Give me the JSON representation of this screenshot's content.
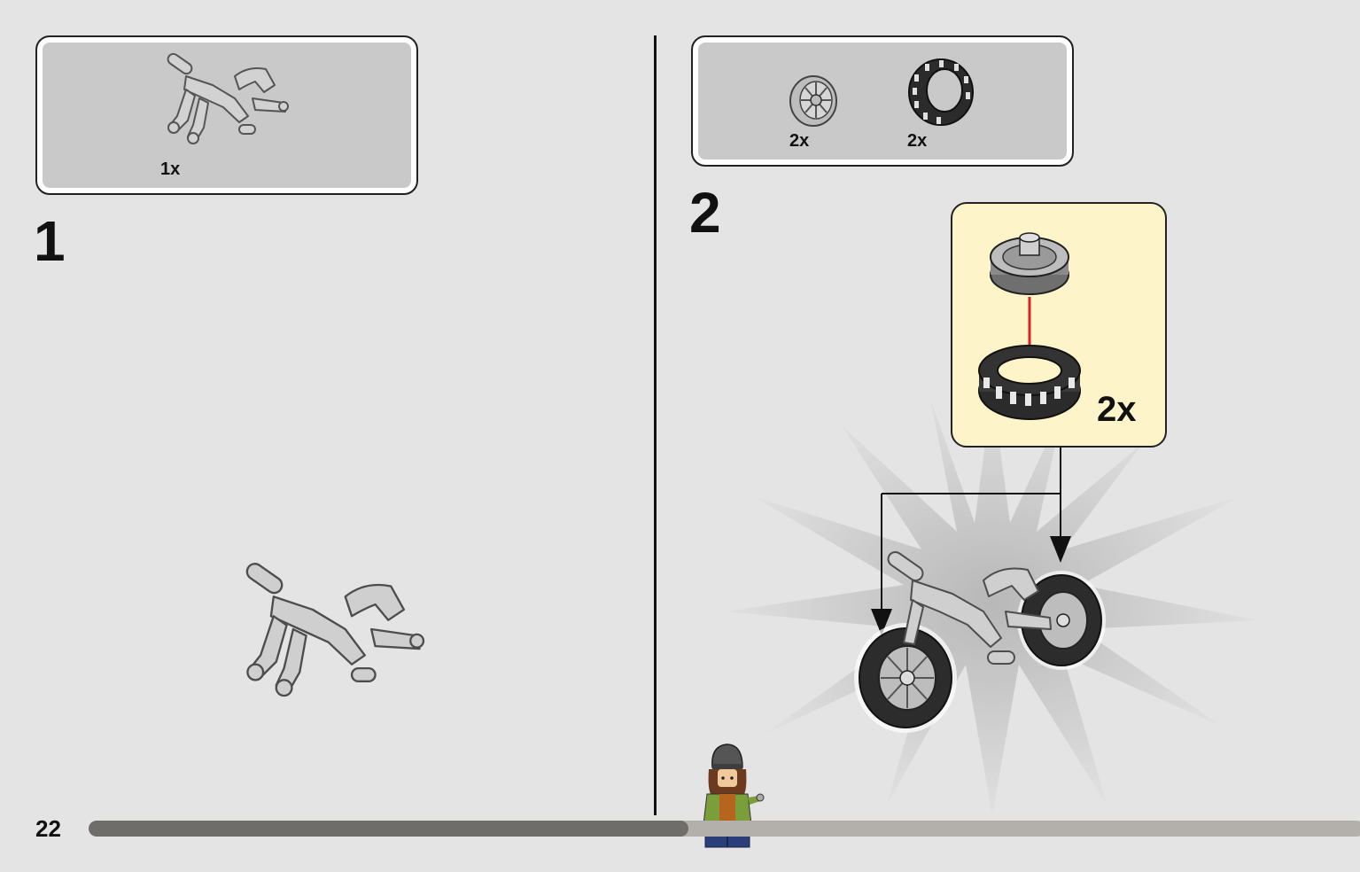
{
  "page": {
    "number": "22",
    "progress_fraction": 0.47
  },
  "step1": {
    "number": "1",
    "parts": [
      {
        "name": "motorbike-frame",
        "qty": "1x"
      }
    ]
  },
  "step2": {
    "number": "2",
    "parts": [
      {
        "name": "wheel-rim",
        "qty": "2x"
      },
      {
        "name": "tire",
        "qty": "2x"
      }
    ],
    "subassembly": {
      "qty": "2x"
    }
  },
  "colors": {
    "arrow_red": "#d8232a",
    "subassembly_bg": "#fdf5c9",
    "parts_bg": "#c9c9c9"
  }
}
